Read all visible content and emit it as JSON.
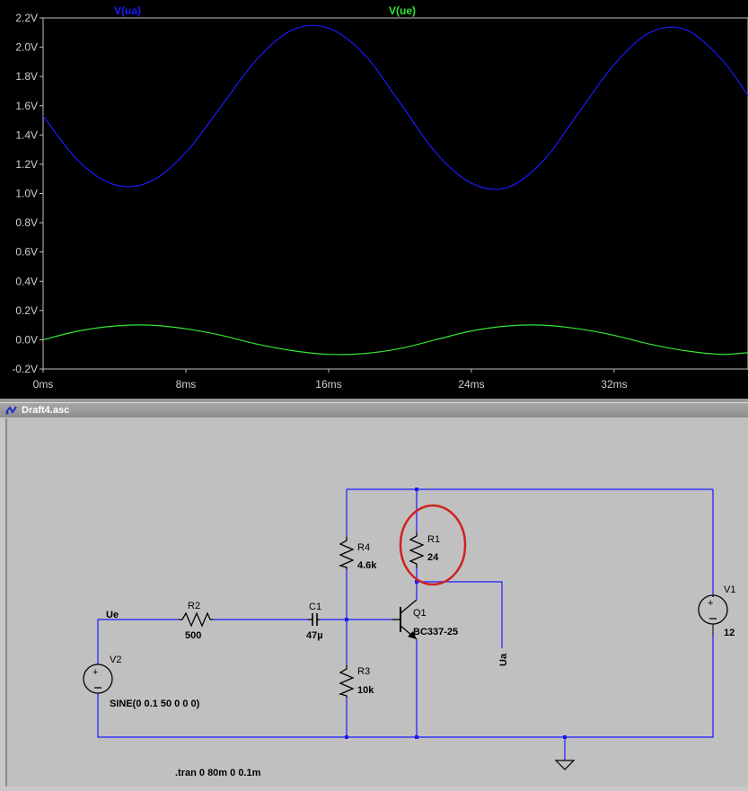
{
  "plot": {
    "trace_labels": [
      {
        "text": "V(ua)",
        "color": "#1a1aff"
      },
      {
        "text": "V(ue)",
        "color": "#33e633"
      }
    ],
    "y_ticks": [
      "2.2V",
      "2.0V",
      "1.8V",
      "1.6V",
      "1.4V",
      "1.2V",
      "1.0V",
      "0.8V",
      "0.6V",
      "0.4V",
      "0.2V",
      "0.0V",
      "-0.2V"
    ],
    "x_ticks": [
      "0ms",
      "8ms",
      "16ms",
      "24ms",
      "32ms"
    ]
  },
  "chart_data": {
    "type": "line",
    "xlabel": "",
    "ylabel": "",
    "xlim": [
      0,
      39.5
    ],
    "ylim": [
      -0.2,
      2.2
    ],
    "grid": false,
    "series": [
      {
        "name": "V(ua)",
        "color": "#1a1aff",
        "x": [
          0,
          2,
          4,
          6,
          8,
          10,
          12,
          14,
          16,
          18,
          20,
          22,
          24,
          26,
          28,
          30,
          32,
          34,
          36,
          38,
          39.5
        ],
        "y": [
          1.53,
          1.22,
          1.06,
          1.08,
          1.28,
          1.6,
          1.92,
          2.12,
          2.13,
          1.95,
          1.62,
          1.28,
          1.07,
          1.04,
          1.22,
          1.55,
          1.88,
          2.1,
          2.12,
          1.92,
          1.67
        ]
      },
      {
        "name": "V(ue)",
        "color": "#33e633",
        "x": [
          0,
          2,
          4,
          6,
          8,
          10,
          12,
          14,
          16,
          18,
          20,
          22,
          24,
          26,
          28,
          30,
          32,
          34,
          36,
          38,
          39.5
        ],
        "y": [
          0.0,
          0.06,
          0.094,
          0.1,
          0.075,
          0.03,
          -0.03,
          -0.075,
          -0.1,
          -0.094,
          -0.06,
          0.0,
          0.06,
          0.094,
          0.1,
          0.075,
          0.03,
          -0.03,
          -0.075,
          -0.1,
          -0.088
        ]
      }
    ]
  },
  "schematic": {
    "window_title": "Draft4.asc",
    "components": {
      "r1_name": "R1",
      "r1_value": "24",
      "r4_name": "R4",
      "r4_value": "4.6k",
      "r3_name": "R3",
      "r3_value": "10k",
      "r2_name": "R2",
      "r2_value": "500",
      "c1_name": "C1",
      "c1_value": "47µ",
      "q1_name": "Q1",
      "q1_value": "BC337-25",
      "v1_name": "V1",
      "v1_value": "12",
      "v2_name": "V2",
      "v2_value": "SINE(0 0.1 50 0 0 0)"
    },
    "net_labels": {
      "ue": "Ue",
      "ua": "Ua"
    },
    "directive": ".tran 0 80m 0 0.1m",
    "highlight_color": "#d02020"
  }
}
